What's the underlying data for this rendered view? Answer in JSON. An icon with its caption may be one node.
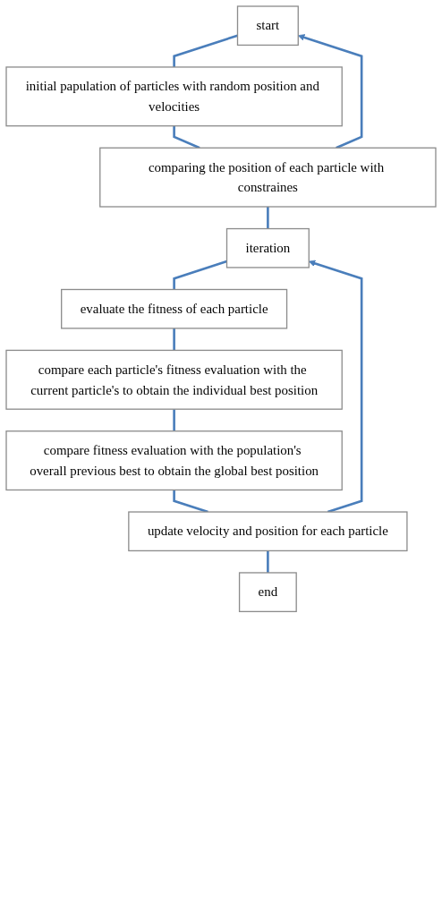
{
  "diagram": {
    "nodes": [
      {
        "text": [
          "start"
        ]
      },
      {
        "text": [
          "initial papulation of particles with random position and velocities"
        ]
      },
      {
        "text": [
          "comparing the position of each particle with constraines"
        ]
      },
      {
        "text": [
          "iteration"
        ]
      },
      {
        "text": [
          "evaluate the fitness of each particle"
        ]
      },
      {
        "text": [
          "compare each particle's fitness evaluation with the current particle's to obtain the individual best position"
        ]
      },
      {
        "text": [
          "compare fitness evaluation with the population's overall previous best to obtain the global best position"
        ]
      },
      {
        "text": [
          "update velocity and position for each particle"
        ]
      },
      {
        "text": [
          "end"
        ]
      }
    ],
    "edges": [
      {
        "from": 0,
        "to": 1,
        "arrow": "none"
      },
      {
        "from": 1,
        "to": 2,
        "arrow": "none"
      },
      {
        "from": 2,
        "to": 0,
        "arrow": "to"
      },
      {
        "from": 2,
        "to": 3,
        "arrow": "none"
      },
      {
        "from": 3,
        "to": 4,
        "arrow": "none"
      },
      {
        "from": 4,
        "to": 5,
        "arrow": "none"
      },
      {
        "from": 5,
        "to": 6,
        "arrow": "none"
      },
      {
        "from": 6,
        "to": 7,
        "arrow": "none"
      },
      {
        "from": 7,
        "to": 8,
        "arrow": "none"
      },
      {
        "from": 7,
        "to": 3,
        "arrow": "to"
      }
    ]
  }
}
